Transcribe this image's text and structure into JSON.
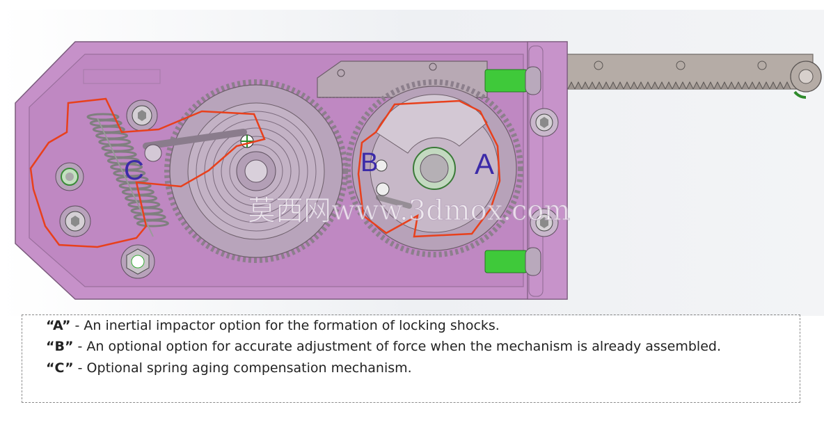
{
  "callouts": {
    "a": "A",
    "b": "B",
    "c": "C"
  },
  "watermark": "莫西网www.3dmox.com",
  "legend": [
    {
      "key": "“A”",
      "text": " - An inertial impactor option for the formation of locking shocks."
    },
    {
      "key": "“B”",
      "text": " - An optional option for accurate adjustment of force when the mechanism is already assembled."
    },
    {
      "key": "“C”",
      "text": " - Optional spring aging compensation mechanism."
    }
  ],
  "colors": {
    "housing": "#c691c9",
    "housing_edge": "#7a5a7c",
    "outline": "#e8401c",
    "callout": "#3b2aa8",
    "green_pin": "#3fc93a",
    "rack": "#b5aca6"
  }
}
